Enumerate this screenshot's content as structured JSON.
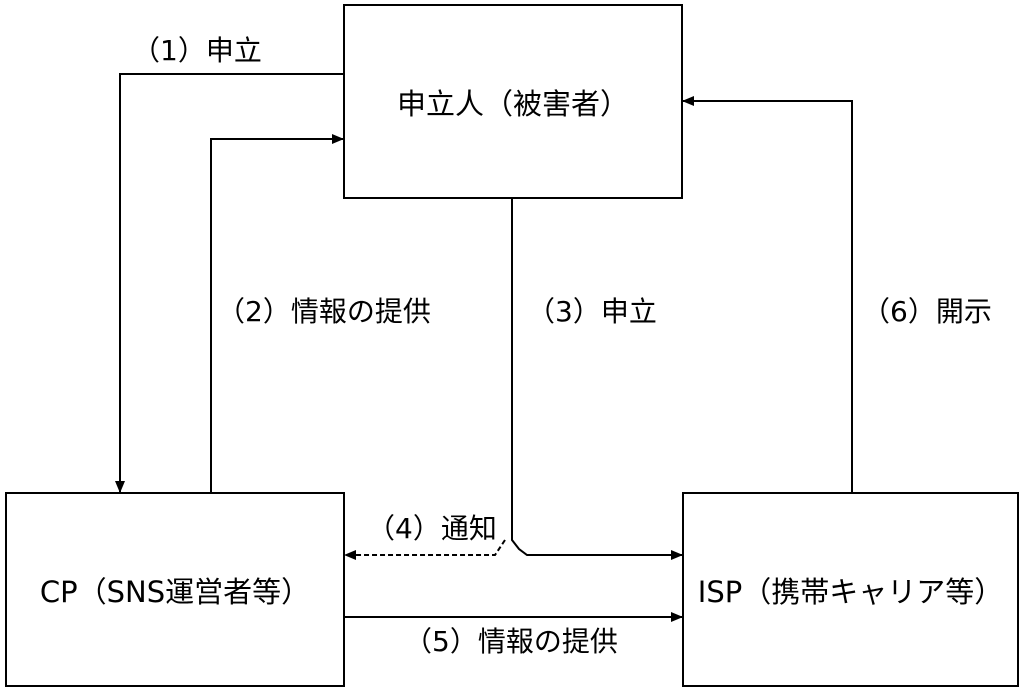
{
  "nodes": {
    "applicant": "申立人（被害者）",
    "cp": "CP（SNS運営者等）",
    "isp": "ISP（携帯キャリア等）"
  },
  "edges": {
    "e1": "（1）申立",
    "e2": "（2）情報の提供",
    "e3": "（3）申立",
    "e4": "（4）通知",
    "e5": "（5）情報の提供",
    "e6": "（6）開示"
  },
  "colors": {
    "line": "#000000",
    "background": "#ffffff"
  }
}
